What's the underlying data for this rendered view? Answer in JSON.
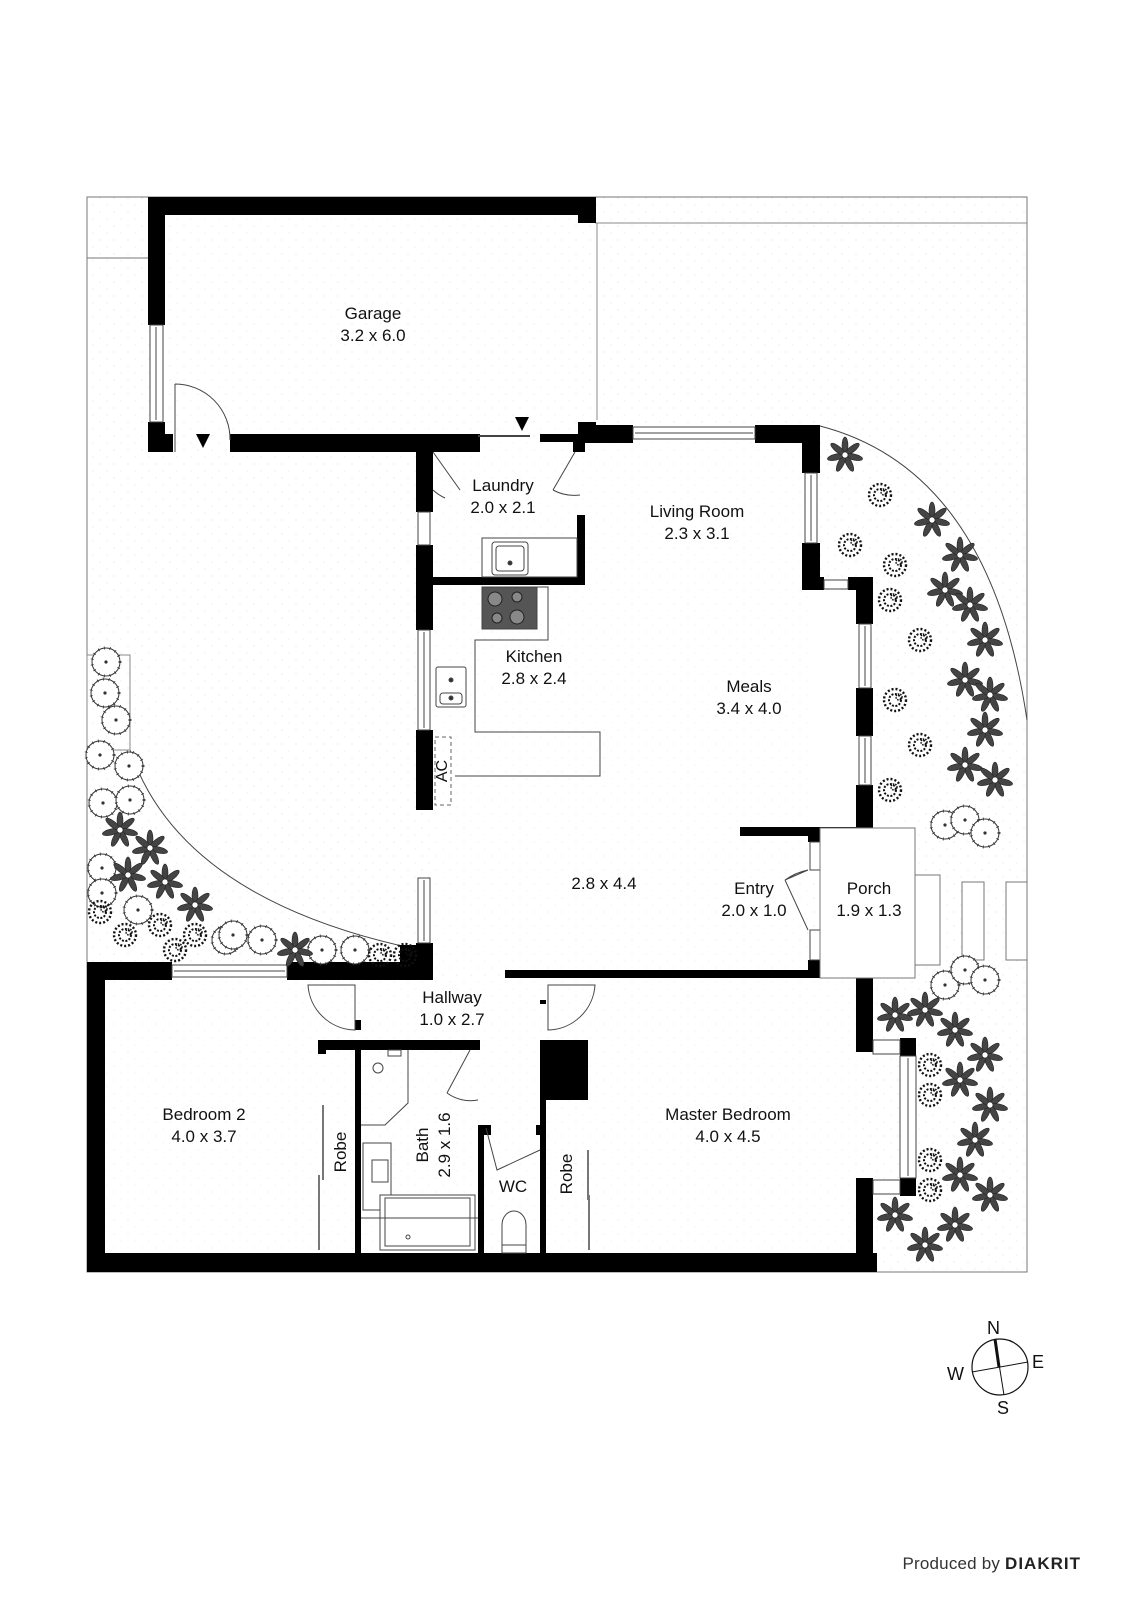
{
  "floorplan": {
    "rooms": [
      {
        "id": "garage",
        "name": "Garage",
        "size": "3.2 x 6.0"
      },
      {
        "id": "laundry",
        "name": "Laundry",
        "size": "2.0 x 2.1"
      },
      {
        "id": "living",
        "name": "Living Room",
        "size": "2.3 x 3.1"
      },
      {
        "id": "kitchen",
        "name": "Kitchen",
        "size": "2.8 x 2.4"
      },
      {
        "id": "meals",
        "name": "Meals",
        "size": "3.4 x 4.0"
      },
      {
        "id": "family",
        "name": "",
        "size": "2.8 x 4.4"
      },
      {
        "id": "entry",
        "name": "Entry",
        "size": "2.0 x 1.0"
      },
      {
        "id": "porch",
        "name": "Porch",
        "size": "1.9 x 1.3"
      },
      {
        "id": "hallway",
        "name": "Hallway",
        "size": "1.0 x 2.7"
      },
      {
        "id": "bedroom2",
        "name": "Bedroom 2",
        "size": "4.0 x 3.7"
      },
      {
        "id": "robe1",
        "name": "Robe",
        "size": ""
      },
      {
        "id": "bath",
        "name": "Bath",
        "size": "2.9 x 1.6"
      },
      {
        "id": "wc",
        "name": "WC",
        "size": ""
      },
      {
        "id": "robe2",
        "name": "Robe",
        "size": ""
      },
      {
        "id": "master",
        "name": "Master Bedroom",
        "size": "4.0 x 4.5"
      }
    ],
    "fixtures": {
      "ac_label": "AC"
    }
  },
  "compass": {
    "n": "N",
    "e": "E",
    "s": "S",
    "w": "W"
  },
  "credit": {
    "prefix": "Produced by",
    "brand": "DIAKRIT"
  }
}
